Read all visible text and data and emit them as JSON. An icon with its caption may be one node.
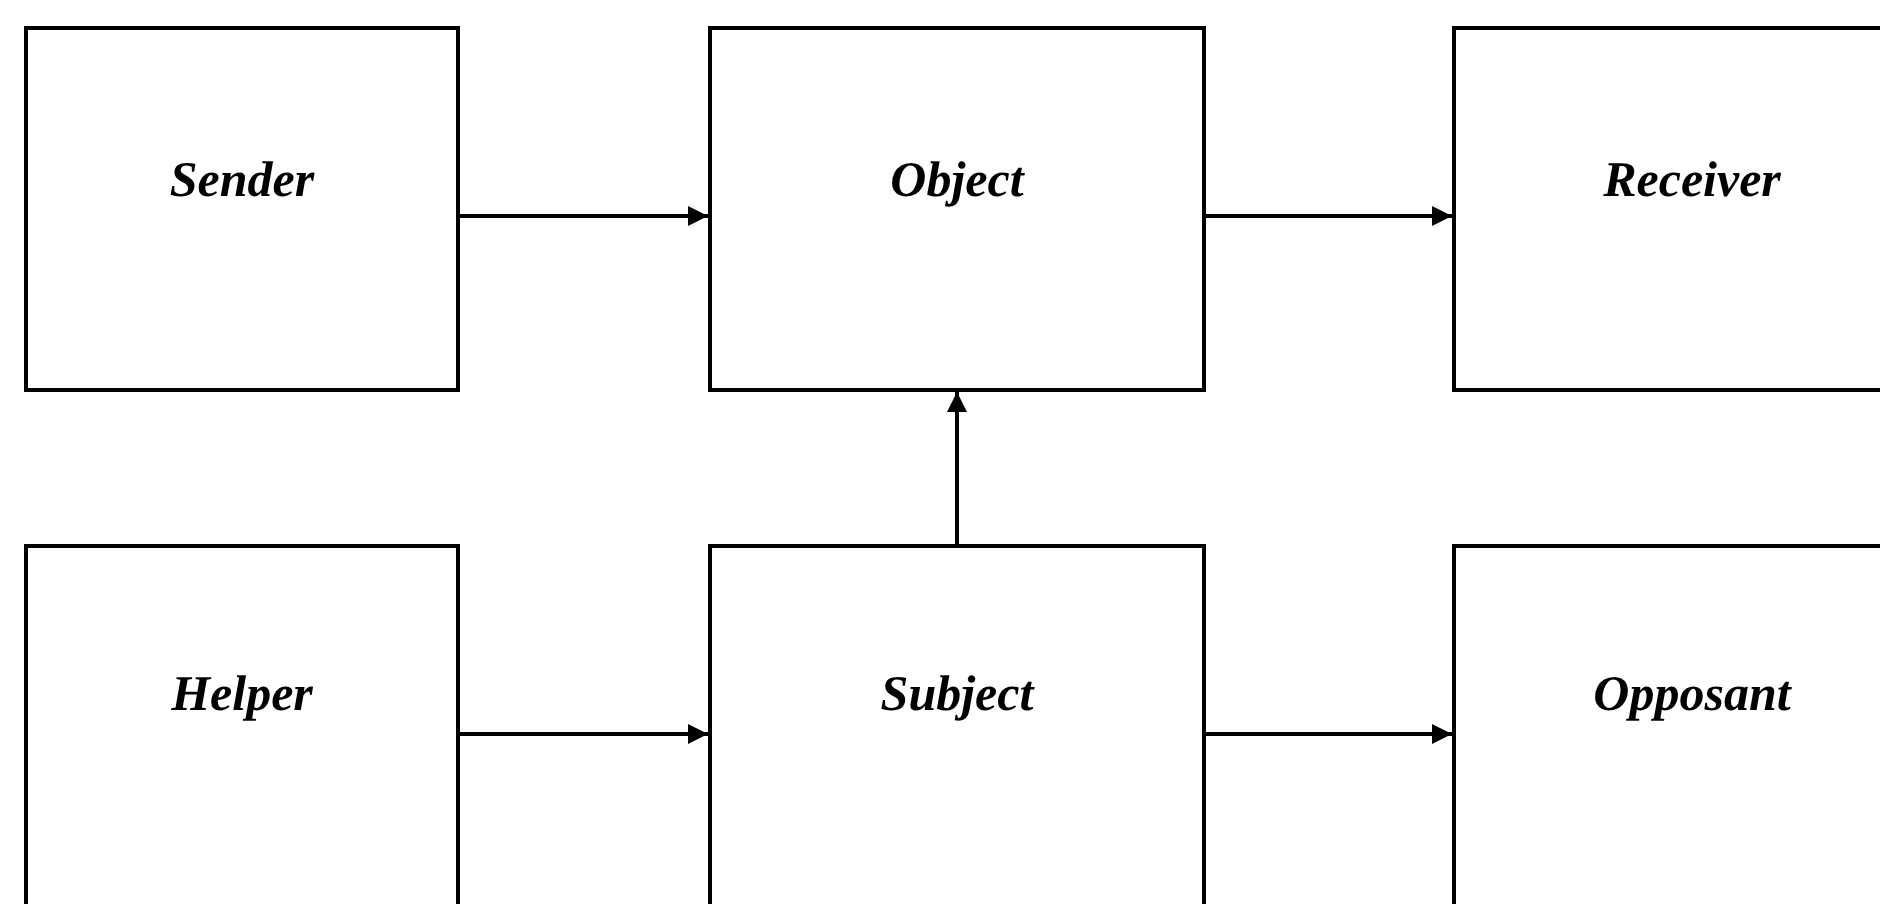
{
  "diagram": {
    "nodes": [
      {
        "text": [
          "Sender"
        ]
      },
      {
        "text": [
          "Object"
        ]
      },
      {
        "text": [
          "Receiver"
        ]
      },
      {
        "text": [
          "Helper"
        ]
      },
      {
        "text": [
          "Subject"
        ]
      },
      {
        "text": [
          "Opposant"
        ]
      }
    ],
    "edges": [
      {
        "from": 0,
        "to": 1,
        "arrow": "to"
      },
      {
        "from": 1,
        "to": 2,
        "arrow": "to"
      },
      {
        "from": 4,
        "to": 1,
        "arrow": "to"
      },
      {
        "from": 3,
        "to": 4,
        "arrow": "to"
      },
      {
        "from": 4,
        "to": 5,
        "arrow": "to"
      }
    ]
  }
}
